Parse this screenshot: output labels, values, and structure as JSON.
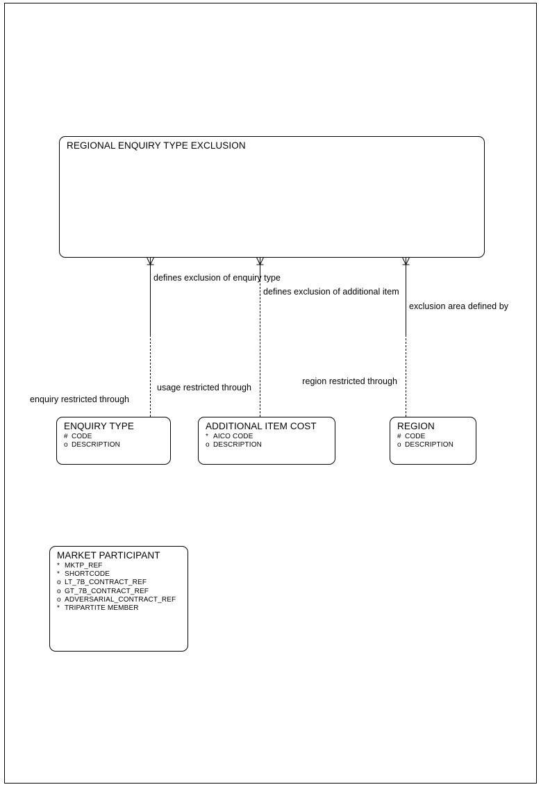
{
  "diagram": {
    "title": "REGIONAL ENQUIRY TYPE EXCLUSION",
    "type": "entity-relationship-diagram"
  },
  "entities": [
    {
      "name": "REGIONAL ENQUIRY TYPE EXCLUSION",
      "attributes": []
    },
    {
      "name": "ENQUIRY TYPE",
      "attributes": [
        {
          "mark": "#",
          "label": "CODE"
        },
        {
          "mark": "o",
          "label": "DESCRIPTION"
        }
      ]
    },
    {
      "name": "ADDITIONAL ITEM COST",
      "attributes": [
        {
          "mark": "*",
          "label": "AICO CODE"
        },
        {
          "mark": "o",
          "label": "DESCRIPTION"
        }
      ]
    },
    {
      "name": "REGION",
      "attributes": [
        {
          "mark": "#",
          "label": "CODE"
        },
        {
          "mark": "o",
          "label": "DESCRIPTION"
        }
      ]
    },
    {
      "name": "MARKET PARTICIPANT",
      "attributes": [
        {
          "mark": "*",
          "label": "MKTP_REF"
        },
        {
          "mark": "*",
          "label": "SHORTCODE"
        },
        {
          "mark": "o",
          "label": "LT_7B_CONTRACT_REF"
        },
        {
          "mark": "o",
          "label": "GT_7B_CONTRACT_REF"
        },
        {
          "mark": "o",
          "label": "ADVERSARIAL_CONTRACT_REF"
        },
        {
          "mark": "*",
          "label": "TRIPARTITE MEMBER"
        }
      ]
    }
  ],
  "relationships": [
    {
      "top_label": "defines exclusion of enquiry type",
      "bottom_label": "enquiry restricted through"
    },
    {
      "top_label": "defines exclusion of additional item",
      "bottom_label": "usage restricted through"
    },
    {
      "top_label": "exclusion area defined by",
      "bottom_label": "region restricted through"
    }
  ]
}
